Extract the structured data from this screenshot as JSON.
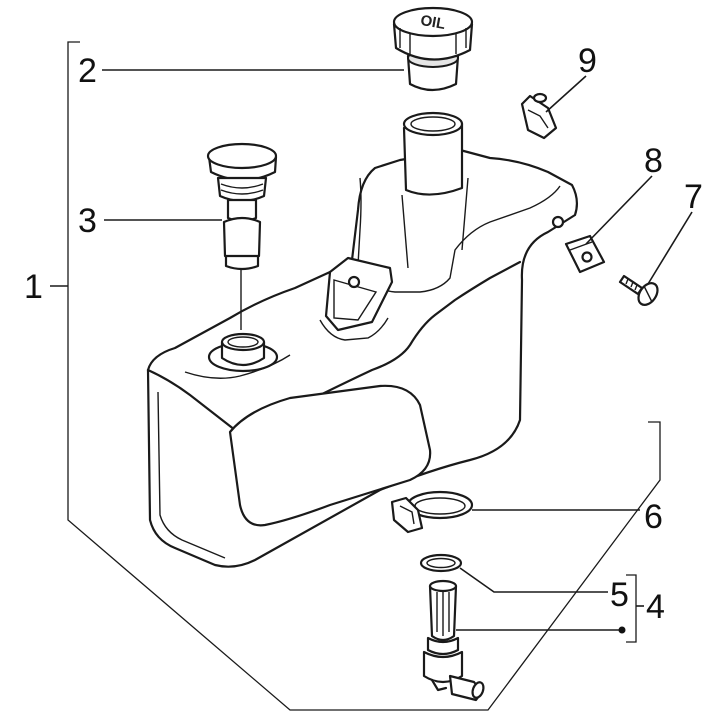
{
  "callouts": {
    "c1": "1",
    "c2": "2",
    "c3": "3",
    "c4": "4",
    "c5": "5",
    "c6": "6",
    "c7": "7",
    "c8": "8",
    "c9": "9"
  },
  "cap_text": "OIL"
}
